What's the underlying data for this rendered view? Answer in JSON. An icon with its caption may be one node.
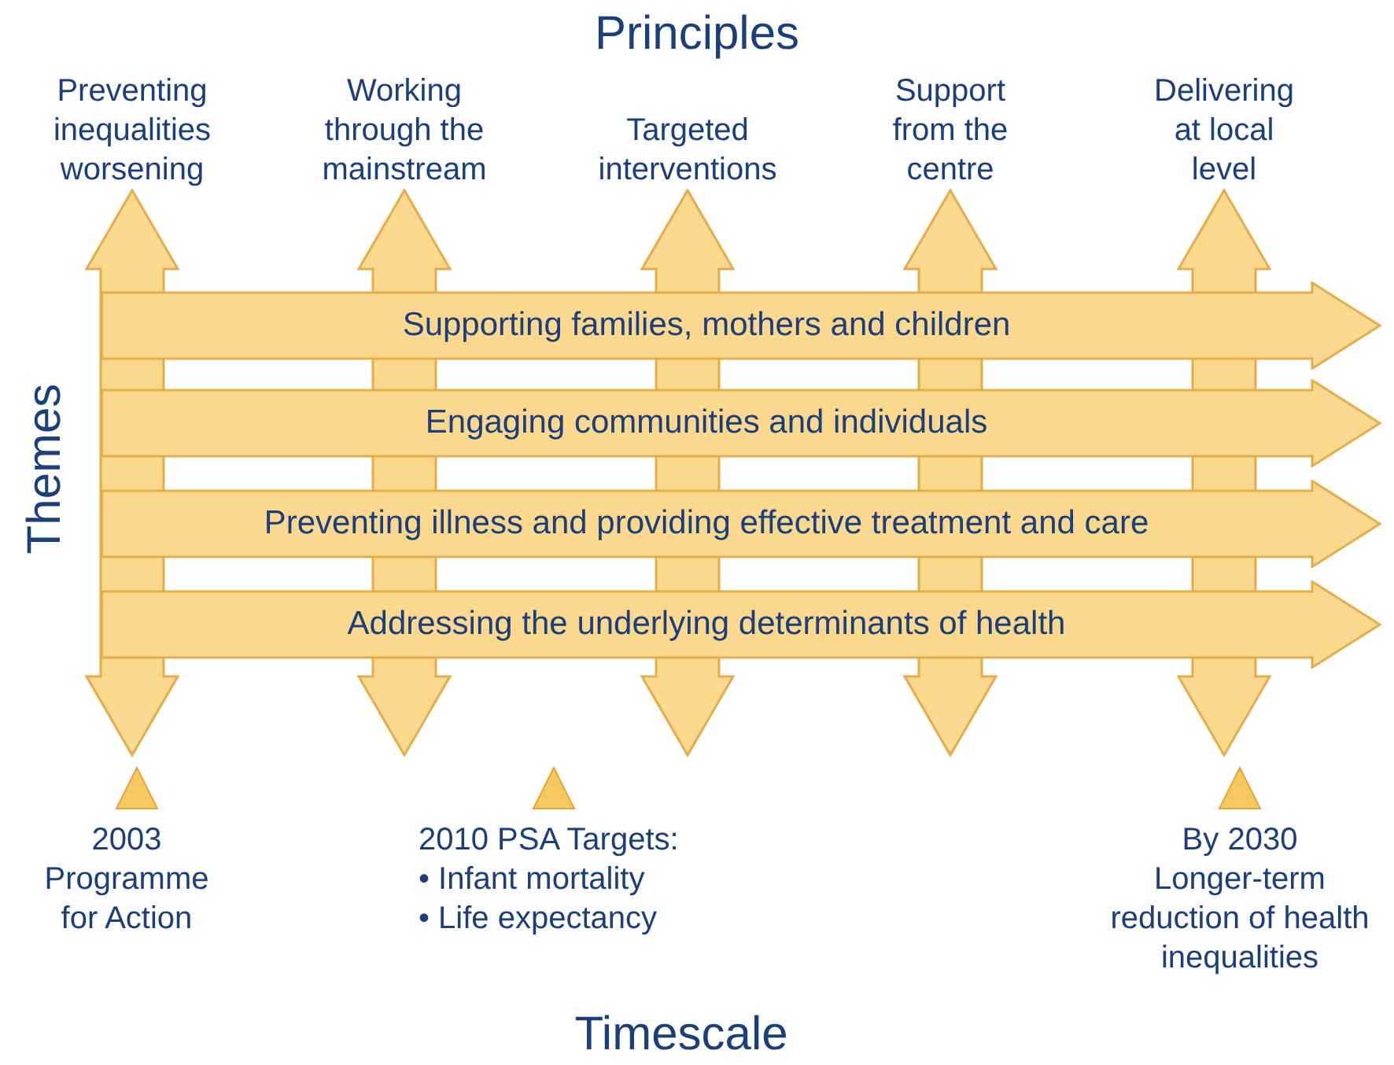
{
  "diagram": {
    "nodes": [
      {
        "text": [
          "Preventing inequalities worsening"
        ]
      },
      {
        "text": [
          "Working through the mainstream"
        ]
      },
      {
        "text": [
          "Targeted interventions"
        ]
      },
      {
        "text": [
          "Support from the centre"
        ]
      },
      {
        "text": [
          "Delivering at local level"
        ]
      },
      {
        "text": [
          "Supporting families, mothers and children"
        ]
      },
      {
        "text": [
          "Engaging communities and individuals"
        ]
      },
      {
        "text": [
          "Preventing illness and providing effective treatment and care"
        ]
      },
      {
        "text": [
          "Addressing the underlying determinants of health"
        ]
      },
      {
        "text": [
          "2003 Programme for Action"
        ]
      },
      {
        "text": [
          "2010 PSA Targets:",
          "• Infant mortality",
          "• Life expectancy"
        ]
      },
      {
        "text": [
          "By 2030",
          "Longer-term reduction of health inequalities"
        ]
      }
    ],
    "edges": [
      {
        "from": null,
        "to": 0,
        "arrow": "both"
      },
      {
        "from": null,
        "to": 1,
        "arrow": "both"
      },
      {
        "from": null,
        "to": 2,
        "arrow": "both"
      },
      {
        "from": null,
        "to": 3,
        "arrow": "both"
      },
      {
        "from": null,
        "to": 4,
        "arrow": "both"
      }
    ],
    "labels": [
      "Principles",
      "Themes",
      "Timescale"
    ]
  }
}
